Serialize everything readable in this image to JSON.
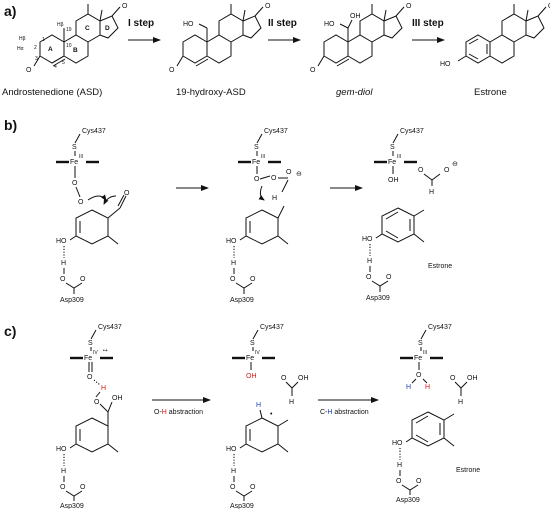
{
  "panels": {
    "a": {
      "label": "a)",
      "steps": [
        "I step",
        "II step",
        "III step"
      ],
      "compounds": [
        "Androstenedione (ASD)",
        "19-hydroxy-ASD",
        "gem-diol",
        "Estrone"
      ],
      "ring_letters": [
        "A",
        "B",
        "C",
        "D"
      ],
      "atom_numbers": [
        "1",
        "2",
        "3",
        "4",
        "5",
        "10",
        "19"
      ],
      "atoms": {
        "oxygen": "O",
        "hydroxyl": "HO",
        "hydroxyl_right": "OH",
        "h_beta_19": "Hβ",
        "h_beta_2": "Hβ",
        "h_alpha_1": "Hα",
        "oh_pair": "OH"
      }
    },
    "b": {
      "label": "b)",
      "cys": "Cys437",
      "s": "S",
      "fe": "Fe",
      "fe_ox": "III",
      "o": "O",
      "oh": "OH",
      "h": "H",
      "asp": "Asp309",
      "charge": "⊖",
      "product": "Estrone"
    },
    "c": {
      "label": "c)",
      "cys": "Cys437",
      "s": "S",
      "fe": "Fe",
      "fe_ox_iv": "IV",
      "fe_ox_iii": "III",
      "radical_cation": "•+",
      "o": "O",
      "h": "H",
      "oh": "OH",
      "asp": "Asp309",
      "abstraction1": {
        "prefix": "O-",
        "atom": "H",
        "suffix": " abstraction"
      },
      "abstraction2": {
        "prefix": "C-",
        "atom": "H",
        "suffix": " abstraction"
      },
      "radical": "•",
      "product": "Estrone"
    }
  }
}
